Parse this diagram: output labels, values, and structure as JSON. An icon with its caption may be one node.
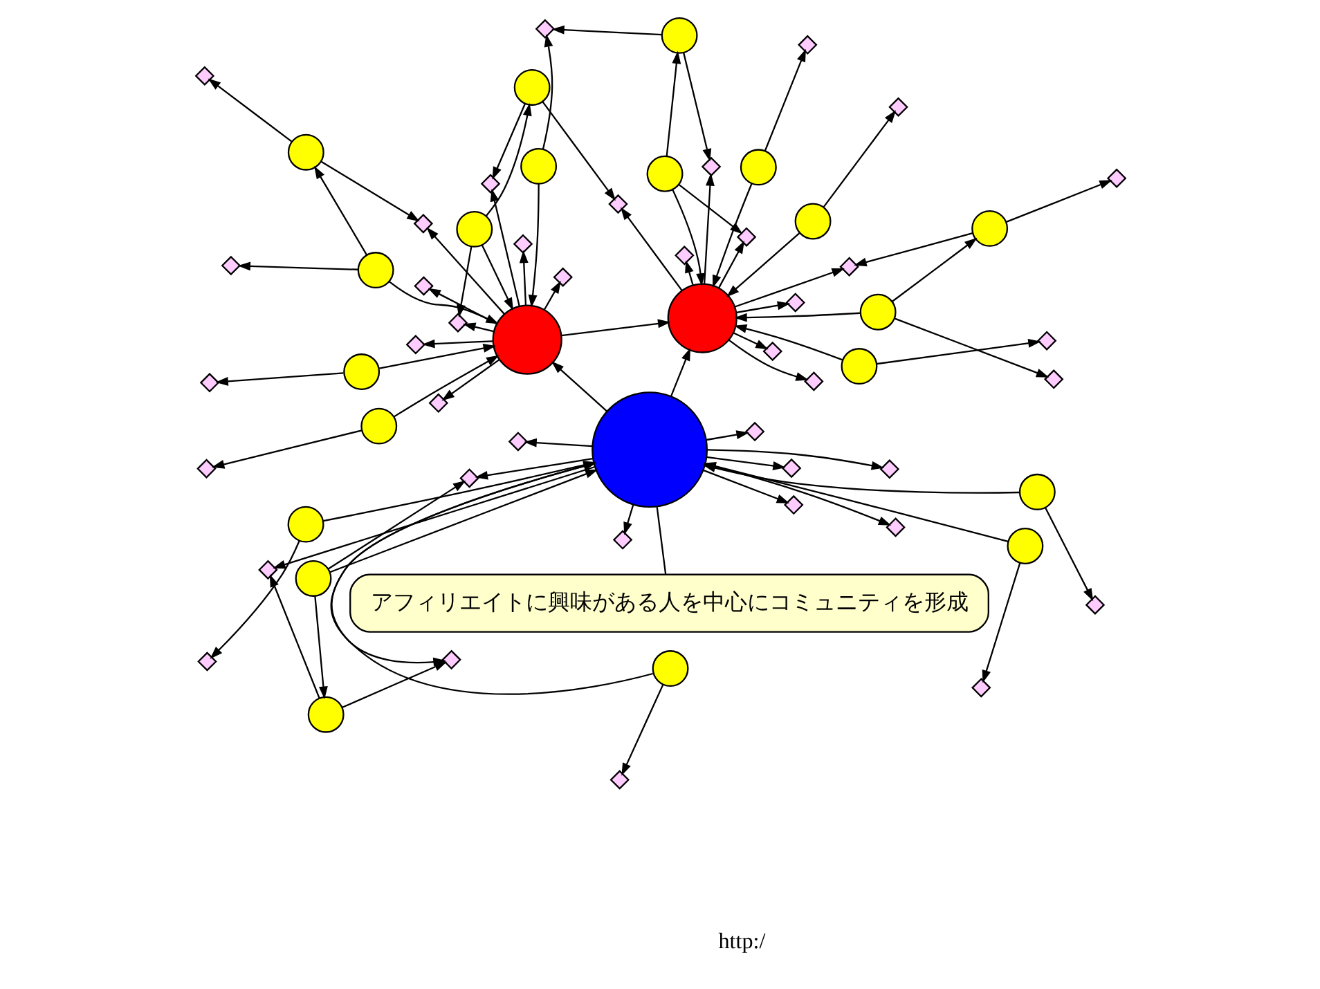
{
  "diagram": {
    "nodes": [
      {
        "text": [
          "アフィリエイトに興味がある人を中心にコミュニティを形成"
        ]
      },
      {
        "text": [],
        "shape": "circle"
      },
      {
        "text": [],
        "shape": "circle"
      },
      {
        "text": [],
        "shape": "circle"
      },
      {
        "text": [],
        "shape": "circle"
      },
      {
        "text": [],
        "shape": "circle"
      },
      {
        "text": [],
        "shape": "circle"
      },
      {
        "text": [],
        "shape": "circle"
      },
      {
        "text": [],
        "shape": "circle"
      },
      {
        "text": [],
        "shape": "circle"
      },
      {
        "text": [],
        "shape": "circle"
      },
      {
        "text": [],
        "shape": "circle"
      },
      {
        "text": [],
        "shape": "circle"
      },
      {
        "text": [],
        "shape": "circle"
      },
      {
        "text": [],
        "shape": "circle"
      },
      {
        "text": [],
        "shape": "circle"
      },
      {
        "text": [],
        "shape": "circle"
      },
      {
        "text": [],
        "shape": "circle"
      },
      {
        "text": [],
        "shape": "circle"
      },
      {
        "text": [],
        "shape": "circle"
      },
      {
        "text": [],
        "shape": "circle"
      },
      {
        "text": [],
        "shape": "circle"
      },
      {
        "text": [],
        "shape": "circle"
      },
      {
        "text": [],
        "shape": "circle"
      },
      {
        "text": [],
        "shape": "diamond"
      },
      {
        "text": [],
        "shape": "diamond"
      },
      {
        "text": [],
        "shape": "diamond"
      },
      {
        "text": [],
        "shape": "diamond"
      },
      {
        "text": [],
        "shape": "diamond"
      },
      {
        "text": [],
        "shape": "diamond"
      },
      {
        "text": [],
        "shape": "diamond"
      },
      {
        "text": [],
        "shape": "diamond"
      },
      {
        "text": [],
        "shape": "diamond"
      },
      {
        "text": [],
        "shape": "diamond"
      },
      {
        "text": [],
        "shape": "diamond"
      },
      {
        "text": [],
        "shape": "diamond"
      },
      {
        "text": [],
        "shape": "diamond"
      },
      {
        "text": [],
        "shape": "diamond"
      },
      {
        "text": [],
        "shape": "diamond"
      },
      {
        "text": [],
        "shape": "diamond"
      },
      {
        "text": [],
        "shape": "diamond"
      },
      {
        "text": [],
        "shape": "diamond"
      },
      {
        "text": [],
        "shape": "diamond"
      },
      {
        "text": [],
        "shape": "diamond"
      },
      {
        "text": [],
        "shape": "diamond"
      },
      {
        "text": [],
        "shape": "diamond"
      },
      {
        "text": [],
        "shape": "diamond"
      },
      {
        "text": [],
        "shape": "diamond"
      },
      {
        "text": [],
        "shape": "diamond"
      },
      {
        "text": [],
        "shape": "diamond"
      },
      {
        "text": [],
        "shape": "diamond"
      },
      {
        "text": [],
        "shape": "diamond"
      },
      {
        "text": [],
        "shape": "diamond"
      },
      {
        "text": [],
        "shape": "diamond"
      },
      {
        "text": [],
        "shape": "diamond"
      },
      {
        "text": [],
        "shape": "diamond"
      },
      {
        "text": [],
        "shape": "diamond"
      },
      {
        "text": [],
        "shape": "diamond"
      },
      {
        "text": [],
        "shape": "diamond"
      },
      {
        "text": [],
        "shape": "diamond"
      },
      {
        "text": [],
        "shape": "diamond"
      },
      {
        "text": [],
        "shape": "diamond"
      },
      {
        "text": [],
        "shape": "diamond"
      },
      {
        "text": [],
        "shape": "diamond"
      }
    ],
    "edges": [
      {
        "from": 0,
        "to": 1,
        "arrow": "none"
      },
      {
        "from": 1,
        "to": 24,
        "arrow": "to"
      },
      {
        "from": 1,
        "to": 25,
        "arrow": "to"
      },
      {
        "from": 1,
        "to": 26,
        "arrow": "to"
      },
      {
        "from": 1,
        "to": 27,
        "arrow": "to"
      },
      {
        "from": 1,
        "to": 28,
        "arrow": "to"
      },
      {
        "from": 1,
        "to": 29,
        "arrow": "to"
      },
      {
        "from": 1,
        "to": 30,
        "arrow": "to"
      },
      {
        "from": 1,
        "to": 31,
        "arrow": "to"
      },
      {
        "from": 1,
        "to": 32,
        "arrow": "to"
      },
      {
        "from": 1,
        "to": 33,
        "arrow": "to"
      },
      {
        "from": 2,
        "to": 34,
        "arrow": "to"
      },
      {
        "from": 2,
        "to": 35,
        "arrow": "to"
      },
      {
        "from": 2,
        "to": 36,
        "arrow": "to"
      },
      {
        "from": 2,
        "to": 37,
        "arrow": "to"
      },
      {
        "from": 2,
        "to": 38,
        "arrow": "to"
      },
      {
        "from": 2,
        "to": 39,
        "arrow": "to"
      },
      {
        "from": 2,
        "to": 40,
        "arrow": "to"
      },
      {
        "from": 2,
        "to": 41,
        "arrow": "to"
      },
      {
        "from": 3,
        "to": 42,
        "arrow": "to"
      },
      {
        "from": 3,
        "to": 43,
        "arrow": "to"
      },
      {
        "from": 3,
        "to": 44,
        "arrow": "to"
      },
      {
        "from": 3,
        "to": 45,
        "arrow": "to"
      },
      {
        "from": 3,
        "to": 46,
        "arrow": "to"
      },
      {
        "from": 3,
        "to": 47,
        "arrow": "to"
      },
      {
        "from": 3,
        "to": 48,
        "arrow": "to"
      },
      {
        "from": 3,
        "to": 49,
        "arrow": "to"
      },
      {
        "from": 4,
        "to": 50,
        "arrow": "to"
      },
      {
        "from": 5,
        "to": 51,
        "arrow": "to"
      },
      {
        "from": 6,
        "to": 52,
        "arrow": "to"
      },
      {
        "from": 7,
        "to": 53,
        "arrow": "to"
      },
      {
        "from": 8,
        "to": 54,
        "arrow": "to"
      },
      {
        "from": 9,
        "to": 55,
        "arrow": "to"
      },
      {
        "from": 10,
        "to": 56,
        "arrow": "to"
      },
      {
        "from": 11,
        "to": 57,
        "arrow": "to"
      },
      {
        "from": 12,
        "to": 58,
        "arrow": "to"
      },
      {
        "from": 13,
        "to": 59,
        "arrow": "to"
      },
      {
        "from": 14,
        "to": 60,
        "arrow": "to"
      },
      {
        "from": 15,
        "to": 61,
        "arrow": "to"
      },
      {
        "from": 16,
        "to": 62,
        "arrow": "to"
      },
      {
        "from": 17,
        "to": 63,
        "arrow": "to"
      },
      {
        "from": 18,
        "to": 24,
        "arrow": "to"
      },
      {
        "from": 19,
        "to": 30,
        "arrow": "to"
      },
      {
        "from": 20,
        "to": 36,
        "arrow": "to"
      },
      {
        "from": 21,
        "to": 42,
        "arrow": "to"
      },
      {
        "from": 22,
        "to": 48,
        "arrow": "to"
      },
      {
        "from": 23,
        "to": 54,
        "arrow": "to"
      },
      {
        "from": 4,
        "to": 1,
        "arrow": "to"
      },
      {
        "from": 5,
        "to": 1,
        "arrow": "to"
      },
      {
        "from": 6,
        "to": 1,
        "arrow": "to"
      },
      {
        "from": 7,
        "to": 1,
        "arrow": "to"
      },
      {
        "from": 8,
        "to": 2,
        "arrow": "to"
      },
      {
        "from": 9,
        "to": 2,
        "arrow": "to"
      },
      {
        "from": 10,
        "to": 2,
        "arrow": "to"
      },
      {
        "from": 11,
        "to": 3,
        "arrow": "to"
      },
      {
        "from": 12,
        "to": 3,
        "arrow": "to"
      },
      {
        "from": 13,
        "to": 3,
        "arrow": "to"
      },
      {
        "from": 2,
        "to": 3,
        "arrow": "to"
      },
      {
        "from": 1,
        "to": 3,
        "arrow": "to"
      },
      {
        "from": 1,
        "to": 2,
        "arrow": "to"
      },
      {
        "from": 14,
        "to": 15,
        "arrow": "to"
      },
      {
        "from": 16,
        "to": 17,
        "arrow": "to"
      },
      {
        "from": 18,
        "to": 19,
        "arrow": "to"
      },
      {
        "from": 20,
        "to": 21,
        "arrow": "to"
      },
      {
        "from": 22,
        "to": 23,
        "arrow": "to"
      },
      {
        "from": 14,
        "to": 2,
        "arrow": "to"
      },
      {
        "from": 16,
        "to": 3,
        "arrow": "to"
      },
      {
        "from": 18,
        "to": 1,
        "arrow": "to"
      },
      {
        "from": 20,
        "to": 2,
        "arrow": "to"
      },
      {
        "from": 22,
        "to": 3,
        "arrow": "to"
      },
      {
        "from": 15,
        "to": 34,
        "arrow": "to"
      },
      {
        "from": 17,
        "to": 45,
        "arrow": "to"
      },
      {
        "from": 19,
        "to": 27,
        "arrow": "to"
      },
      {
        "from": 21,
        "to": 39,
        "arrow": "to"
      },
      {
        "from": 23,
        "to": 44,
        "arrow": "to"
      }
    ],
    "labels": [
      "http:/"
    ]
  }
}
